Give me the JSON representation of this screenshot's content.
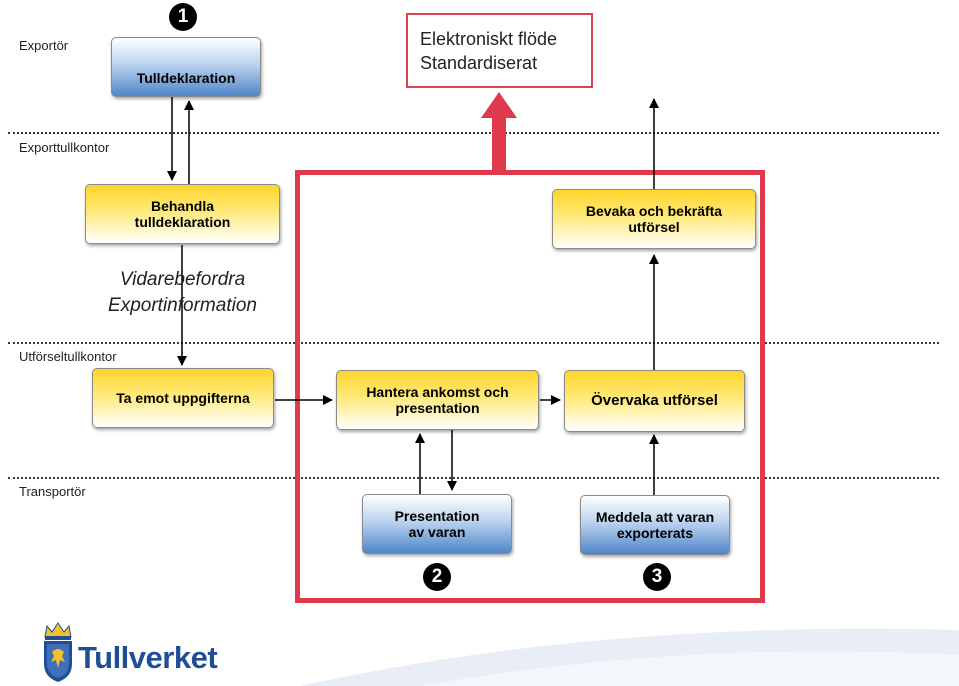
{
  "lanes": {
    "exporter": "Exportör",
    "export_office": "Exporttullkontor",
    "exit_office": "Utförseltullkontor",
    "carrier": "Transportör"
  },
  "legend": {
    "line1": "Elektroniskt flöde",
    "line2": "Standardiserat",
    "border_color": "#d94452"
  },
  "boxes": {
    "customs_declaration": "Tulldeklaration",
    "handle_declaration": "Behandla\ntulldeklaration",
    "monitor_confirm_exit": "Bevaka och bekräfta\nutförsel",
    "receive_information": "Ta emot uppgifterna",
    "handle_arrival": "Hantera ankomst och\npresentation",
    "supervise_exit": "Övervaka utförsel",
    "present_goods": "Presentation\nav varan",
    "notify_exported": "Meddela att varan\nexporterats"
  },
  "note": {
    "line1": "Vidarebefordra",
    "line2": "Exportinformation"
  },
  "badges": [
    "1",
    "2",
    "3"
  ],
  "logo": {
    "text": "Tullverket",
    "icon": "crown-shield-lion-icon"
  },
  "colors": {
    "highlight_frame": "#e0394c",
    "yellow_box": "#ffd52a",
    "blue_box": "#4f86c9",
    "logo_blue": "#1f4e96",
    "logo_yellow": "#f2c12e"
  }
}
